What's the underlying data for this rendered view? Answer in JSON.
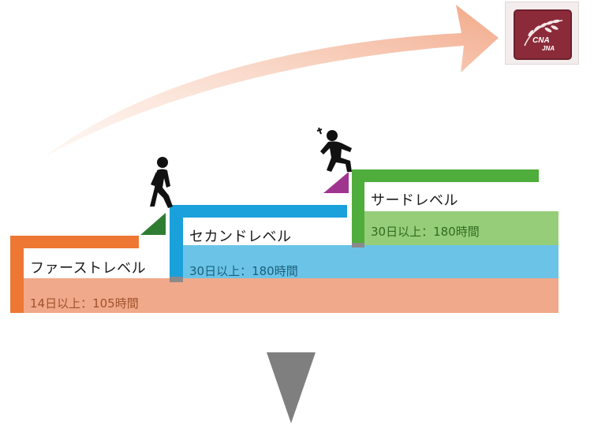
{
  "levels": [
    {
      "title": "ファーストレベル",
      "requirement": "14日以上：105時間",
      "color": "#e8793a"
    },
    {
      "title": "セカンドレベル",
      "requirement": "30日以上：180時間",
      "color": "#20a0d8"
    },
    {
      "title": "サードレベル",
      "requirement": "30日以上：180時間",
      "color": "#4fae3b"
    }
  ],
  "logo": {
    "text_top": "CNA",
    "text_bottom": "JNA"
  },
  "icons": [
    "walking-person-icon",
    "climbing-person-icon",
    "growth-arrow-icon",
    "down-triangle-icon"
  ]
}
